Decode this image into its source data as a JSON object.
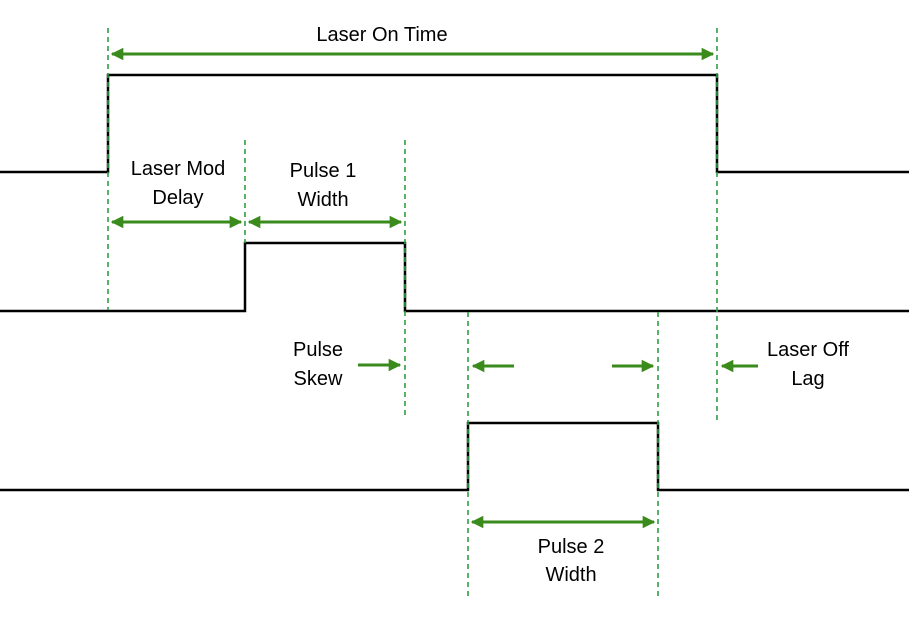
{
  "colors": {
    "signal": "#000000",
    "guide_line": "#2ea043",
    "arrow": "#3a8a1c"
  },
  "labels": {
    "laser_on_time": "Laser On Time",
    "laser_mod_delay_line1": "Laser Mod",
    "laser_mod_delay_line2": "Delay",
    "pulse1_width_line1": "Pulse 1",
    "pulse1_width_line2": "Width",
    "pulse_skew_line1": "Pulse",
    "pulse_skew_line2": "Skew",
    "laser_off_lag_line1": "Laser Off",
    "laser_off_lag_line2": "Lag",
    "pulse2_width_line1": "Pulse 2",
    "pulse2_width_line2": "Width"
  }
}
